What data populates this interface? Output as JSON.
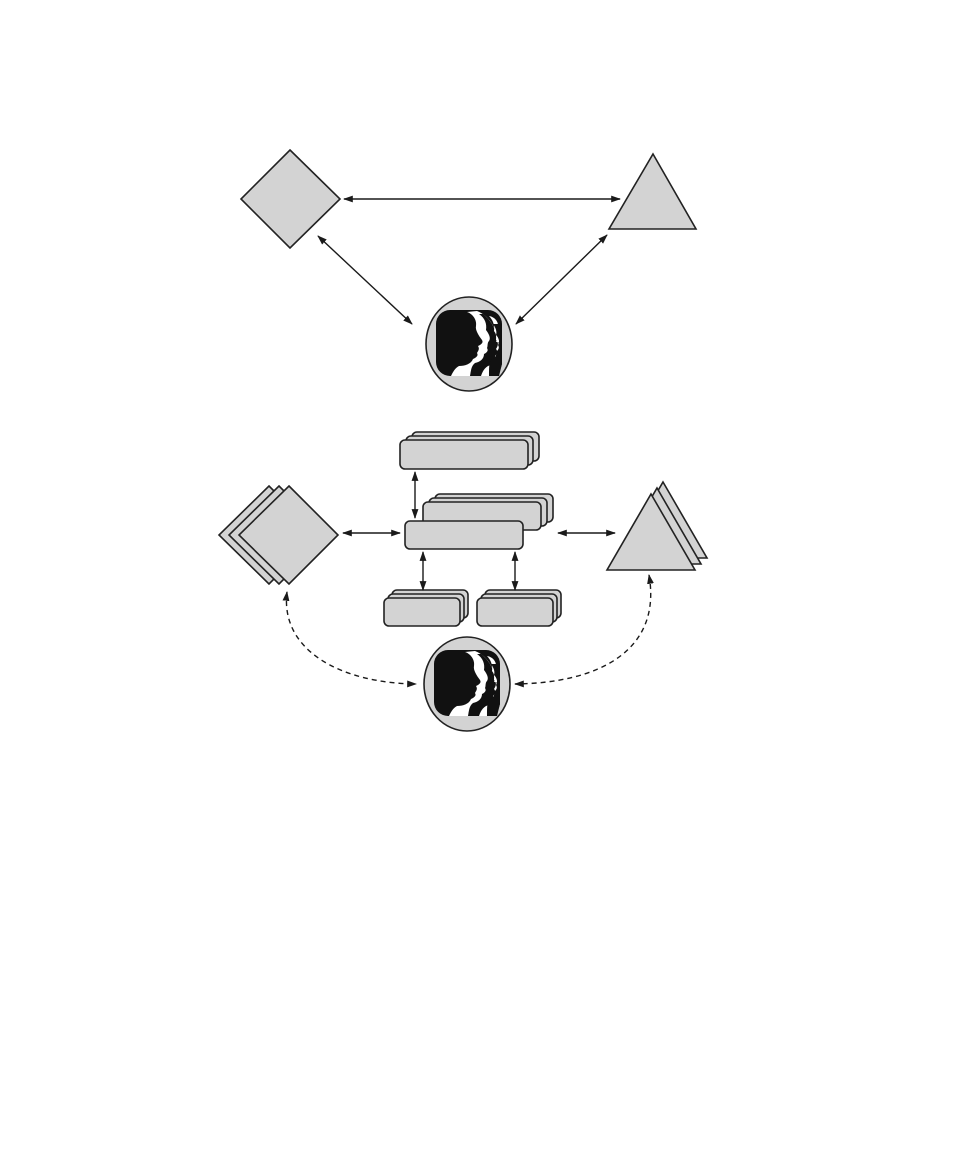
{
  "diagram": {
    "top_group": {
      "nodes": [
        "diamond",
        "triangle",
        "person-badge"
      ],
      "edges": [
        {
          "from": "diamond",
          "to": "triangle",
          "style": "solid",
          "direction": "both"
        },
        {
          "from": "diamond",
          "to": "person-badge",
          "style": "solid",
          "direction": "both"
        },
        {
          "from": "triangle",
          "to": "person-badge",
          "style": "solid",
          "direction": "both"
        }
      ]
    },
    "bottom_group": {
      "nodes": [
        "diamond-stack",
        "triangle-stack",
        "box-stack-top",
        "box-stack-center",
        "box-stack-bottom-left",
        "box-stack-bottom-right",
        "person-badge"
      ],
      "edges": [
        {
          "from": "diamond-stack",
          "to": "box-stack-center",
          "style": "solid",
          "direction": "both"
        },
        {
          "from": "box-stack-center",
          "to": "triangle-stack",
          "style": "solid",
          "direction": "both"
        },
        {
          "from": "box-stack-top",
          "to": "box-stack-center",
          "style": "solid",
          "direction": "both"
        },
        {
          "from": "box-stack-center",
          "to": "box-stack-bottom-left",
          "style": "solid",
          "direction": "both"
        },
        {
          "from": "box-stack-center",
          "to": "box-stack-bottom-right",
          "style": "solid",
          "direction": "both"
        },
        {
          "from": "diamond-stack",
          "to": "person-badge",
          "style": "dashed",
          "direction": "both"
        },
        {
          "from": "triangle-stack",
          "to": "person-badge",
          "style": "dashed",
          "direction": "both"
        }
      ]
    },
    "colors": {
      "fill": "#d3d3d3",
      "stroke": "#222222",
      "badge": "#111111"
    }
  }
}
